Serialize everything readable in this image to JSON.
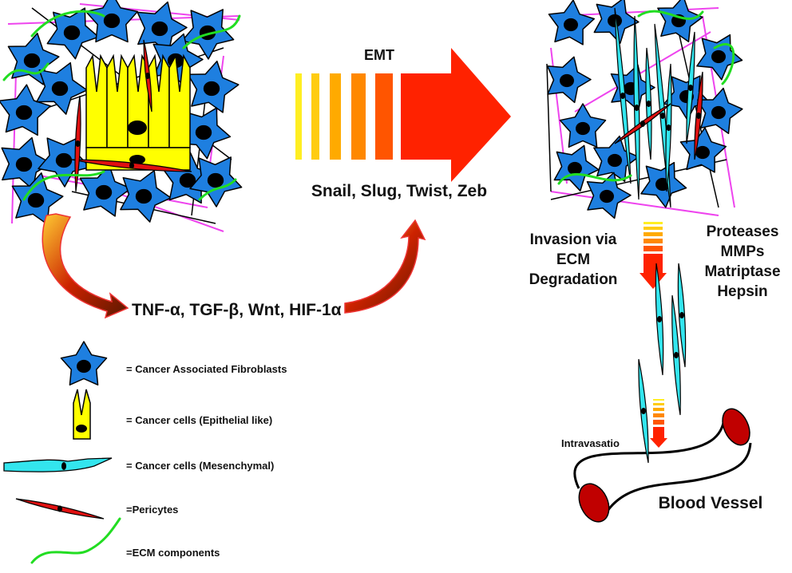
{
  "emt": {
    "title": "EMT",
    "factors": "Snail, Slug, Twist, Zeb",
    "gradient_colors": [
      "#ffee22",
      "#ffcc11",
      "#ffaa00",
      "#ff8800",
      "#ff5500",
      "#ff2200"
    ]
  },
  "signals": "TNF-α, TGF-β, Wnt, HIF-1α",
  "invasion": {
    "lines": [
      "Invasion via",
      "ECM",
      "Degradation"
    ]
  },
  "proteases": {
    "lines": [
      "Proteases",
      "MMPs",
      "Matriptase",
      "Hepsin"
    ]
  },
  "intravasation_label": "Intravasatio",
  "blood_vessel_label": "Blood Vessel",
  "legend": [
    {
      "icon": "fibroblast-star-icon",
      "label": "= Cancer Associated Fibroblasts"
    },
    {
      "icon": "epithelial-cell-icon",
      "label": "= Cancer cells (Epithelial like)"
    },
    {
      "icon": "mesenchymal-cell-icon",
      "label": "= Cancer cells (Mesenchymal)"
    },
    {
      "icon": "pericyte-icon",
      "label": "=Pericytes"
    },
    {
      "icon": "ecm-fiber-icon",
      "label": "=ECM components"
    }
  ],
  "colors": {
    "fibroblast": "#1e7fe0",
    "epithelial": "#ffff00",
    "mesenchymal": "#33e5ee",
    "pericyte": "#e01010",
    "ecm_green": "#22dd22",
    "ecm_magenta": "#ee44ee",
    "vessel": "#c00000"
  }
}
